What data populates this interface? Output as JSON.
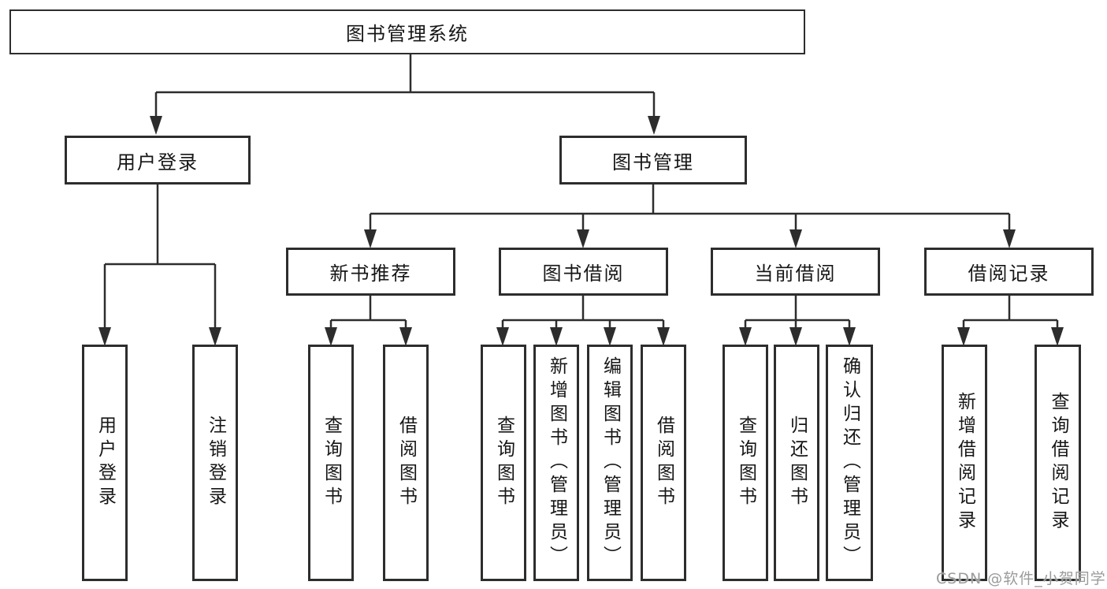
{
  "colors": {
    "line": "#2d2d2d",
    "text": "#161616",
    "background": "#ffffff",
    "watermark": "#9b9b9b"
  },
  "root": {
    "label": "图书管理系统"
  },
  "user_login": {
    "label": "用户登录",
    "children": [
      {
        "label": "用户登录"
      },
      {
        "label": "注销登录"
      }
    ]
  },
  "book_mgmt": {
    "label": "图书管理",
    "groups": [
      {
        "label": "新书推荐",
        "children": [
          {
            "label": "查询图书"
          },
          {
            "label": "借阅图书"
          }
        ]
      },
      {
        "label": "图书借阅",
        "children": [
          {
            "label": "查询图书"
          },
          {
            "label": "新增图书（管理员）"
          },
          {
            "label": "编辑图书（管理员）"
          },
          {
            "label": "借阅图书"
          }
        ]
      },
      {
        "label": "当前借阅",
        "children": [
          {
            "label": "查询图书"
          },
          {
            "label": "归还图书"
          },
          {
            "label": "确认归还（管理员）"
          }
        ]
      },
      {
        "label": "借阅记录",
        "children": [
          {
            "label": "新增借阅记录"
          },
          {
            "label": "查询借阅记录"
          }
        ]
      }
    ]
  },
  "watermark": "CSDN @软件_小贺同学"
}
